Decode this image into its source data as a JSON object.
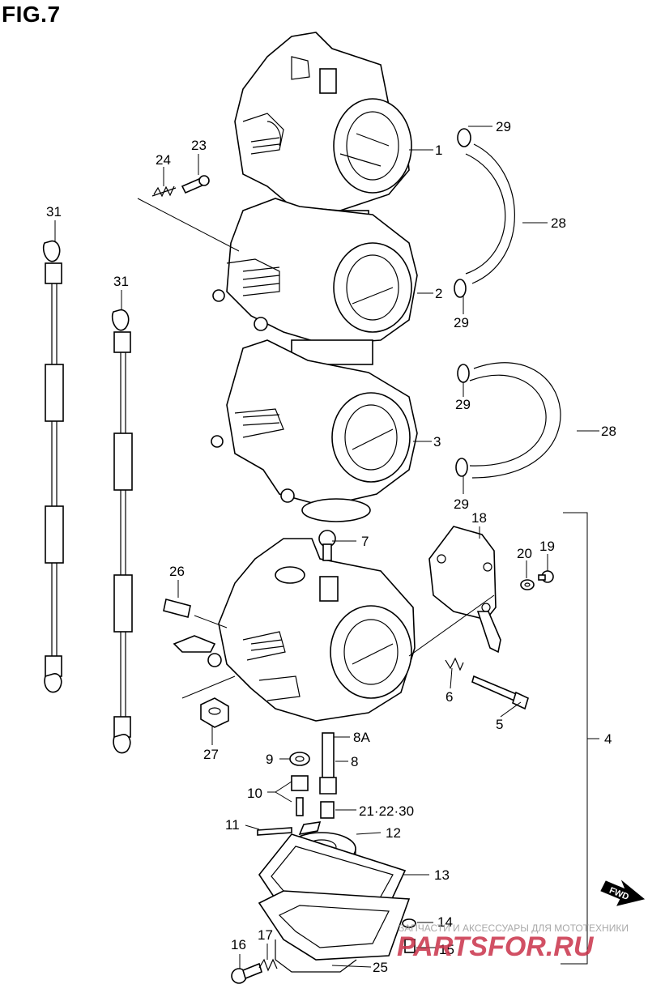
{
  "figure": {
    "title": "FIG.7"
  },
  "labels": [
    "1",
    "2",
    "3",
    "4",
    "5",
    "6",
    "7",
    "8A",
    "8",
    "9",
    "10",
    "11",
    "12",
    "13",
    "14",
    "15",
    "16",
    "17",
    "18",
    "19",
    "20",
    "21·22·30",
    "23",
    "24",
    "25",
    "26",
    "27",
    "28",
    "29",
    "31"
  ],
  "fwd_arrow": {
    "text": "FWD"
  },
  "watermark": {
    "caption": "ЗАПЧАСТИ И АКСЕССУАРЫ ДЛЯ МОТОТЕХНИКИ",
    "logo": "PARTSFOR.RU"
  },
  "colors": {
    "line": "#000000",
    "watermark_logo": "#c9324a",
    "watermark_text": "#9a9a9a"
  }
}
